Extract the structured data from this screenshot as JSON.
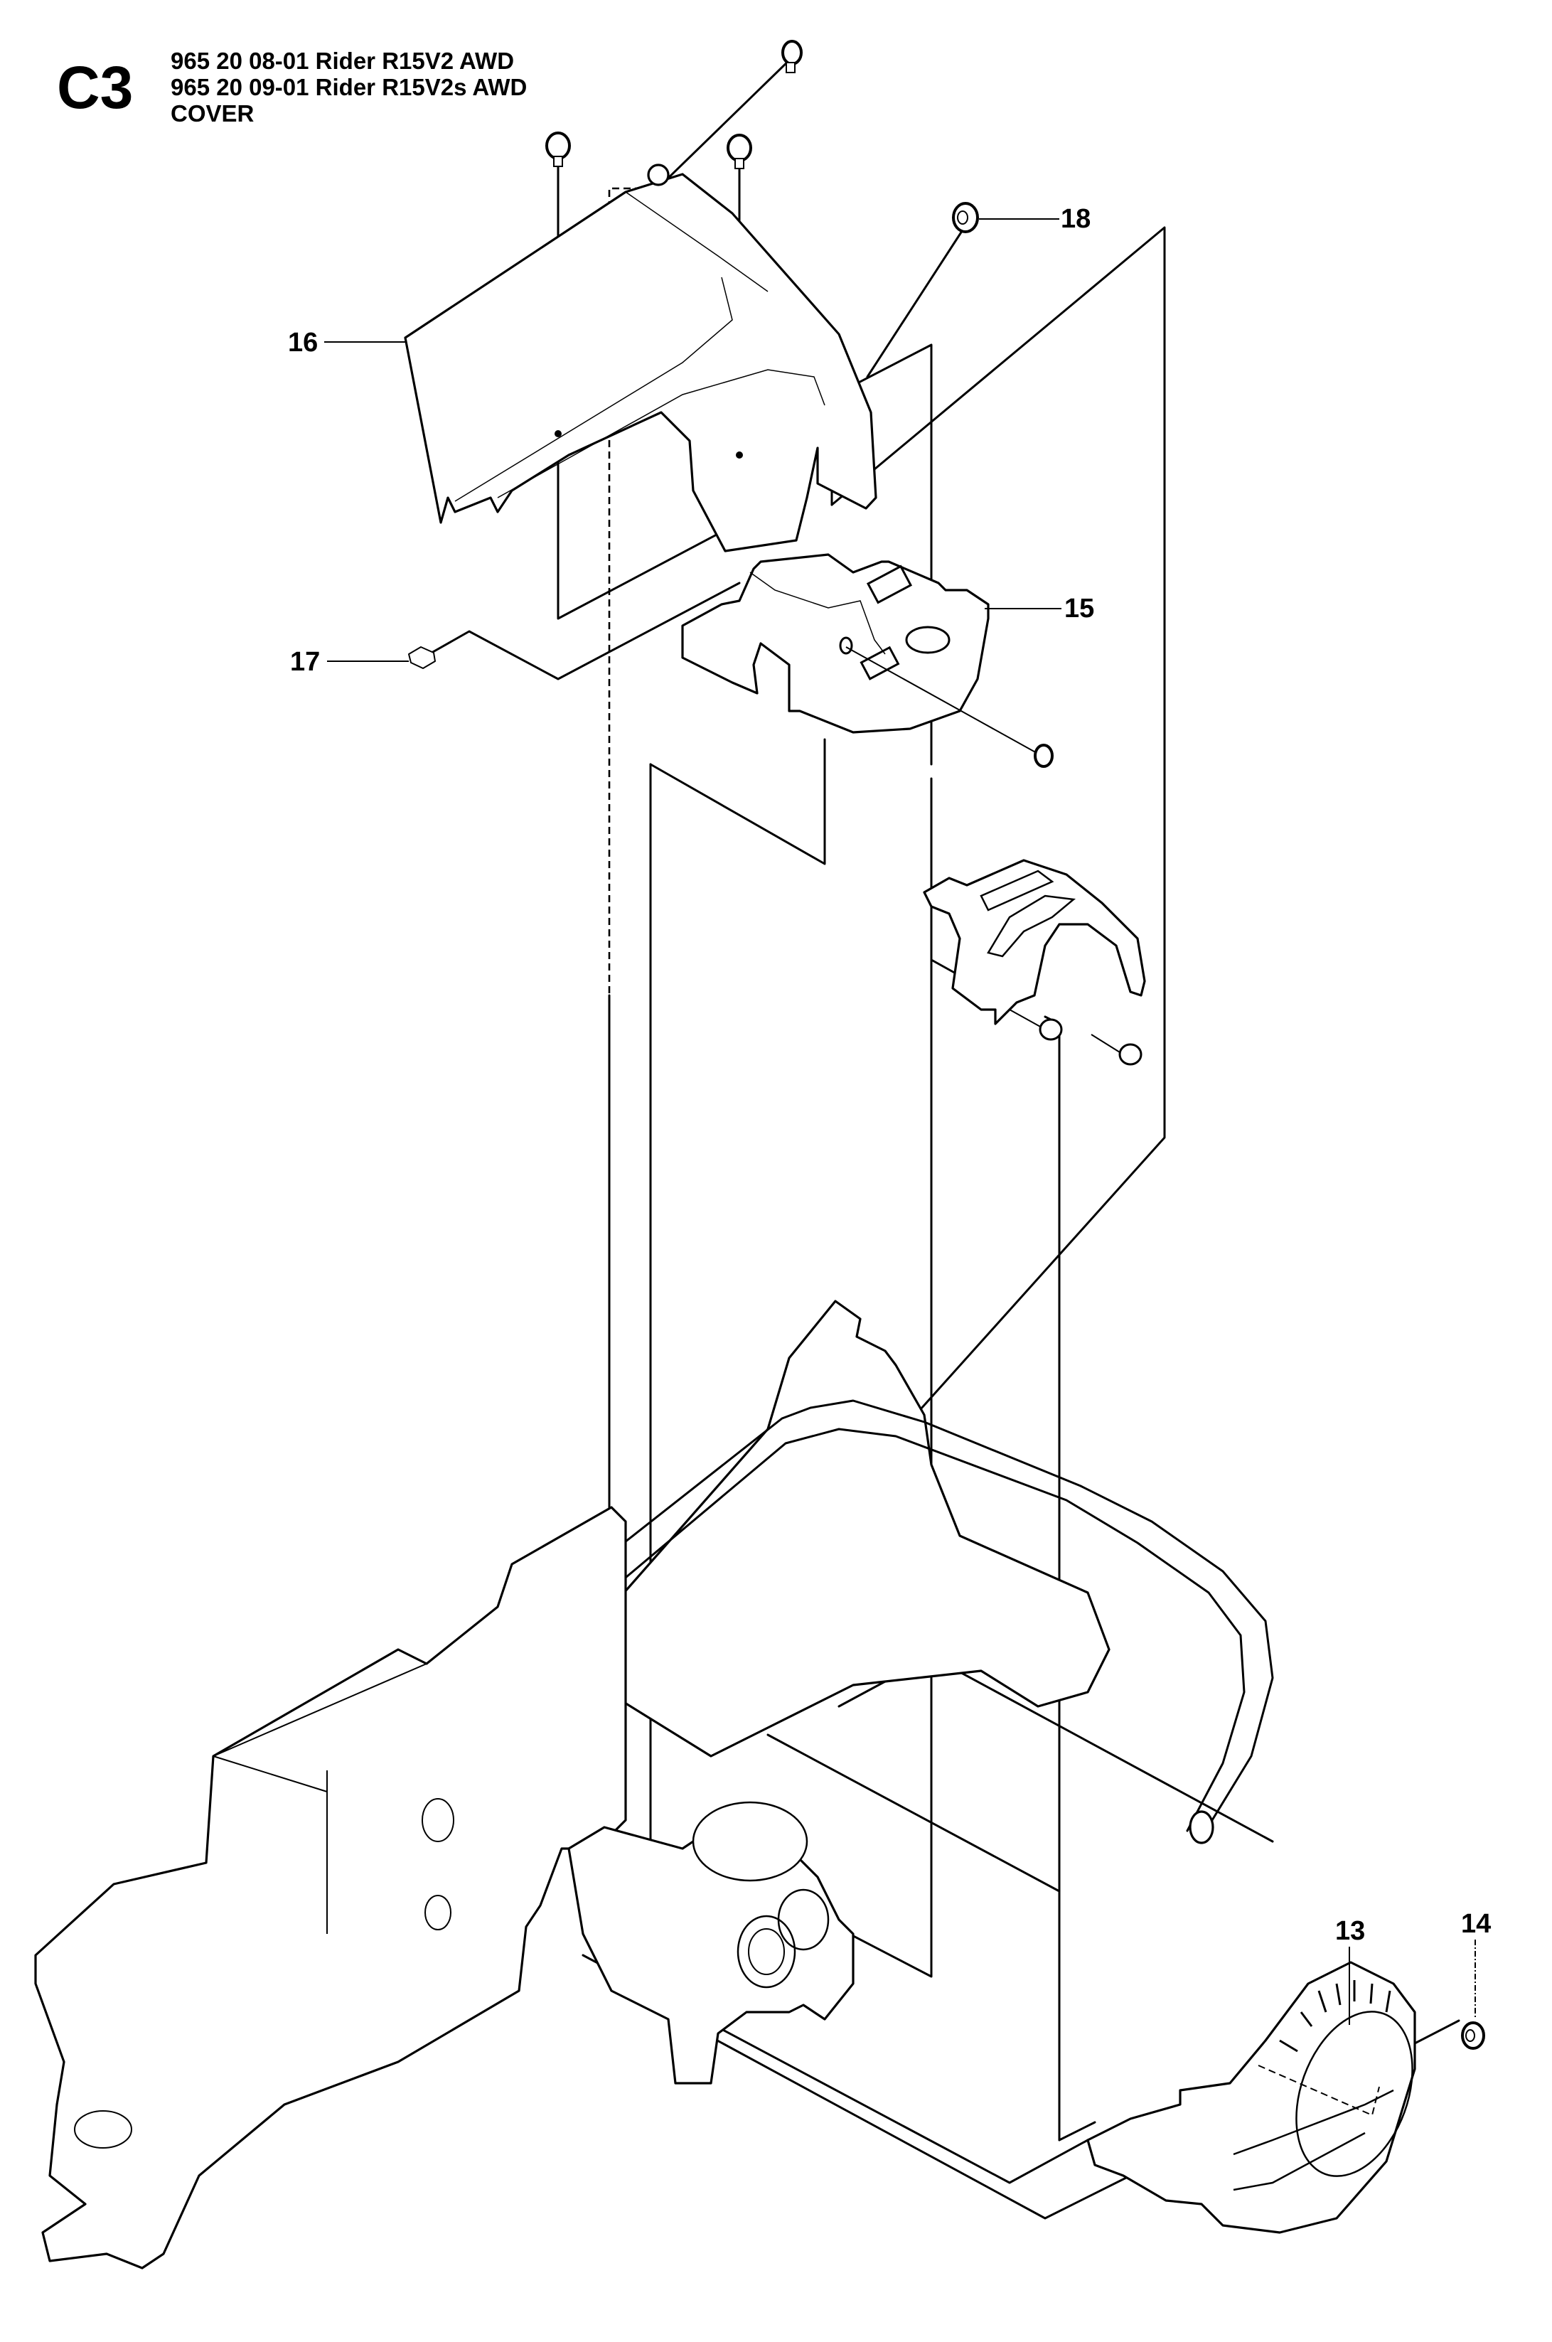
{
  "header": {
    "section_code": "C3",
    "model_lines": [
      "965 20 08-01 Rider R15V2 AWD",
      "965 20 09-01 Rider R15V2s AWD"
    ],
    "assembly_name": "COVER"
  },
  "callouts": [
    {
      "number": "13",
      "part": "wheel-cover"
    },
    {
      "number": "14",
      "part": "screw"
    },
    {
      "number": "15",
      "part": "lower-cover"
    },
    {
      "number": "16",
      "part": "upper-cover"
    },
    {
      "number": "17",
      "part": "clip-nut"
    },
    {
      "number": "18",
      "part": "screw"
    }
  ],
  "colors": {
    "line": "#000000",
    "background": "#ffffff"
  }
}
